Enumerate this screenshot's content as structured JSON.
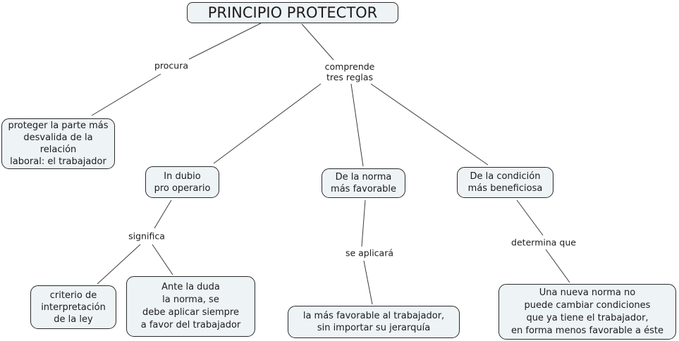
{
  "diagram": {
    "title": "PRINCIPIO PROTECTOR",
    "nodes": {
      "proteger": {
        "text": "proteger la parte más\ndesvalida de la relación\nlaboral: el trabajador"
      },
      "in_dubio": {
        "text": "In dubio\npro operario"
      },
      "norma_favorable": {
        "text": "De la norma\nmás favorable"
      },
      "condicion_beneficiosa": {
        "text": "De la condición\nmás beneficiosa"
      },
      "criterio": {
        "text": "criterio de\ninterpretación\nde la ley"
      },
      "ante_la_duda": {
        "text": "Ante la duda\nla norma, se\ndebe aplicar siempre\na favor del trabajador"
      },
      "mas_favorable": {
        "text": "la más favorable al trabajador,\nsin importar su jerarquía"
      },
      "nueva_norma": {
        "text": "Una nueva norma no\npuede cambiar condiciones\nque ya tiene el trabajador,\nen forma menos favorable a éste"
      }
    },
    "link_labels": {
      "procura": "procura",
      "comprende": "comprende\ntres reglas",
      "significa": "significa",
      "se_aplicara": "se aplicará",
      "determina_que": "determina que"
    },
    "colors": {
      "background": "#ffffff",
      "node_fill": "#eef3f5",
      "node_border": "#2b2b2b",
      "line": "#3c3c3c",
      "text": "#1c1c1c"
    }
  }
}
